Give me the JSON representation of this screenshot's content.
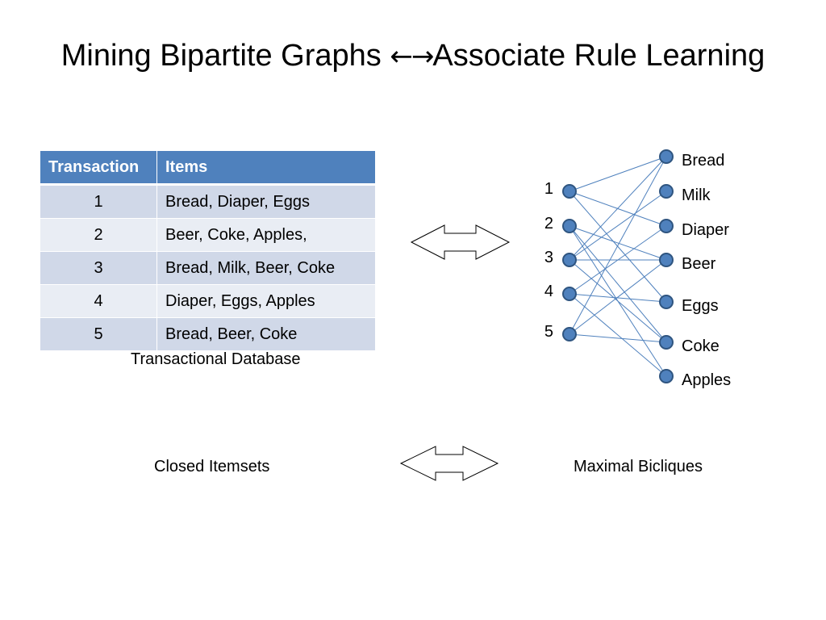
{
  "title": {
    "left": "Mining Bipartite Graphs ",
    "arrow_left": "←",
    "arrow_right": "→",
    "right": "Associate Rule Learning"
  },
  "table": {
    "headers": [
      "Transaction",
      "Items"
    ],
    "rows": [
      [
        "1",
        "Bread, Diaper, Eggs"
      ],
      [
        "2",
        "Beer, Coke, Apples,"
      ],
      [
        "3",
        "Bread, Milk, Beer, Coke"
      ],
      [
        "4",
        "Diaper, Eggs, Apples"
      ],
      [
        "5",
        "Bread, Beer, Coke"
      ]
    ],
    "caption": "Transactional Database"
  },
  "graph": {
    "transactions": [
      "1",
      "2",
      "3",
      "4",
      "5"
    ],
    "items": [
      "Bread",
      "Milk",
      "Diaper",
      "Beer",
      "Eggs",
      "Coke",
      "Apples"
    ],
    "edges": [
      [
        "1",
        "Bread"
      ],
      [
        "1",
        "Diaper"
      ],
      [
        "1",
        "Eggs"
      ],
      [
        "2",
        "Beer"
      ],
      [
        "2",
        "Coke"
      ],
      [
        "2",
        "Apples"
      ],
      [
        "3",
        "Bread"
      ],
      [
        "3",
        "Milk"
      ],
      [
        "3",
        "Beer"
      ],
      [
        "3",
        "Coke"
      ],
      [
        "4",
        "Diaper"
      ],
      [
        "4",
        "Eggs"
      ],
      [
        "4",
        "Apples"
      ],
      [
        "5",
        "Bread"
      ],
      [
        "5",
        "Beer"
      ],
      [
        "5",
        "Coke"
      ]
    ],
    "node_color": "#4f81bd",
    "edge_color": "#4f81bd"
  },
  "bottom": {
    "left_label": "Closed Itemsets",
    "right_label": "Maximal Bicliques"
  }
}
